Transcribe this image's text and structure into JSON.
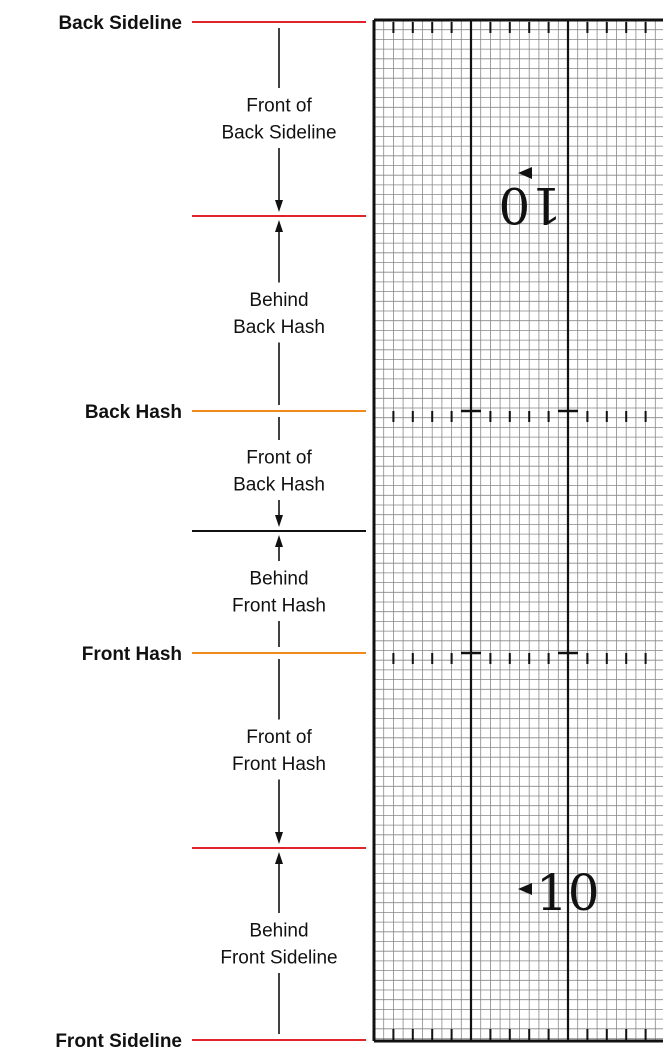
{
  "colors": {
    "sideline": "#e0242c",
    "hash": "#f08a1a",
    "divider": "#111111",
    "grid_minor": "#888888",
    "grid_major": "#111111"
  },
  "reference_lines": [
    {
      "label": "Back Sideline",
      "color": "sideline",
      "labeled": true
    },
    {
      "label": "",
      "color": "sideline",
      "labeled": false
    },
    {
      "label": "Back Hash",
      "color": "hash",
      "labeled": true
    },
    {
      "label": "",
      "color": "divider",
      "labeled": false
    },
    {
      "label": "Front Hash",
      "color": "hash",
      "labeled": true
    },
    {
      "label": "",
      "color": "sideline",
      "labeled": false
    },
    {
      "label": "Front Sideline",
      "color": "sideline",
      "labeled": true
    }
  ],
  "zones": [
    {
      "lines": [
        "Front of",
        "Back Sideline"
      ],
      "arrow": "down"
    },
    {
      "lines": [
        "Behind",
        "Back Hash"
      ],
      "arrow": "up"
    },
    {
      "lines": [
        "Front of",
        "Back Hash"
      ],
      "arrow": "down"
    },
    {
      "lines": [
        "Behind",
        "Front Hash"
      ],
      "arrow": "up"
    },
    {
      "lines": [
        "Front of",
        "Front Hash"
      ],
      "arrow": "down"
    },
    {
      "lines": [
        "Behind",
        "Front Sideline"
      ],
      "arrow": "up"
    }
  ],
  "field": {
    "yard_number_back": "10",
    "yard_number_front": "10",
    "yard_number_back_upside_down": true
  }
}
